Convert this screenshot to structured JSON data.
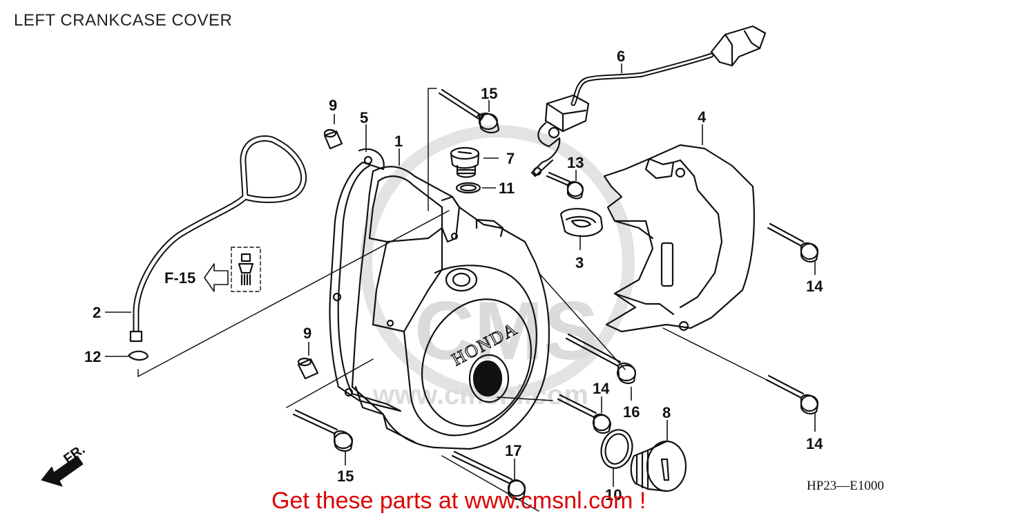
{
  "title": "LEFT CRANKCASE COVER",
  "reference_code": "F-15",
  "direction_marker": "FR.",
  "diagram_code": "HP23—E1000",
  "brand_marking": "HONDA",
  "watermark": {
    "domain": "www.cmsnl.com",
    "short": "CMS"
  },
  "promo": "Get these parts at www.cmsnl.com !",
  "part_callouts": [
    {
      "id": "callout-1",
      "label": "1"
    },
    {
      "id": "callout-2",
      "label": "2"
    },
    {
      "id": "callout-3",
      "label": "3"
    },
    {
      "id": "callout-4",
      "label": "4"
    },
    {
      "id": "callout-5",
      "label": "5"
    },
    {
      "id": "callout-6",
      "label": "6"
    },
    {
      "id": "callout-7",
      "label": "7"
    },
    {
      "id": "callout-8",
      "label": "8"
    },
    {
      "id": "callout-9a",
      "label": "9"
    },
    {
      "id": "callout-9b",
      "label": "9"
    },
    {
      "id": "callout-10",
      "label": "10"
    },
    {
      "id": "callout-11",
      "label": "11"
    },
    {
      "id": "callout-12",
      "label": "12"
    },
    {
      "id": "callout-13",
      "label": "13"
    },
    {
      "id": "callout-14a",
      "label": "14"
    },
    {
      "id": "callout-14b",
      "label": "14"
    },
    {
      "id": "callout-14c",
      "label": "14"
    },
    {
      "id": "callout-15a",
      "label": "15"
    },
    {
      "id": "callout-15b",
      "label": "15"
    },
    {
      "id": "callout-16",
      "label": "16"
    },
    {
      "id": "callout-17",
      "label": "17"
    }
  ]
}
